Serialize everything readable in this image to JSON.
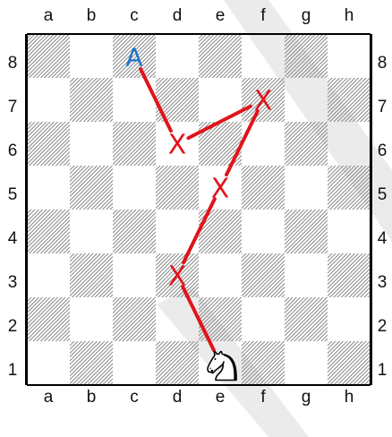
{
  "board": {
    "files": [
      "a",
      "b",
      "c",
      "d",
      "e",
      "f",
      "g",
      "h"
    ],
    "ranks": [
      "8",
      "7",
      "6",
      "5",
      "4",
      "3",
      "2",
      "1"
    ]
  },
  "pieces": [
    {
      "square": "e1",
      "piece": "knight",
      "color": "white",
      "icon": "white-knight-icon"
    }
  ],
  "route": {
    "path_squares": [
      "e1",
      "d3",
      "e5",
      "f7",
      "d6",
      "c8"
    ],
    "markers": [
      {
        "square": "d3",
        "label": "X"
      },
      {
        "square": "e5",
        "label": "X"
      },
      {
        "square": "f7",
        "label": "X"
      },
      {
        "square": "d6",
        "label": "X"
      },
      {
        "square": "c8",
        "label": "A"
      }
    ]
  },
  "colors": {
    "path_line": "#e0141b",
    "marker_x": "#e0141b",
    "marker_target": "#1f73c9",
    "hatch": "#8f8f8f",
    "watermark": "#e6e6e6"
  }
}
